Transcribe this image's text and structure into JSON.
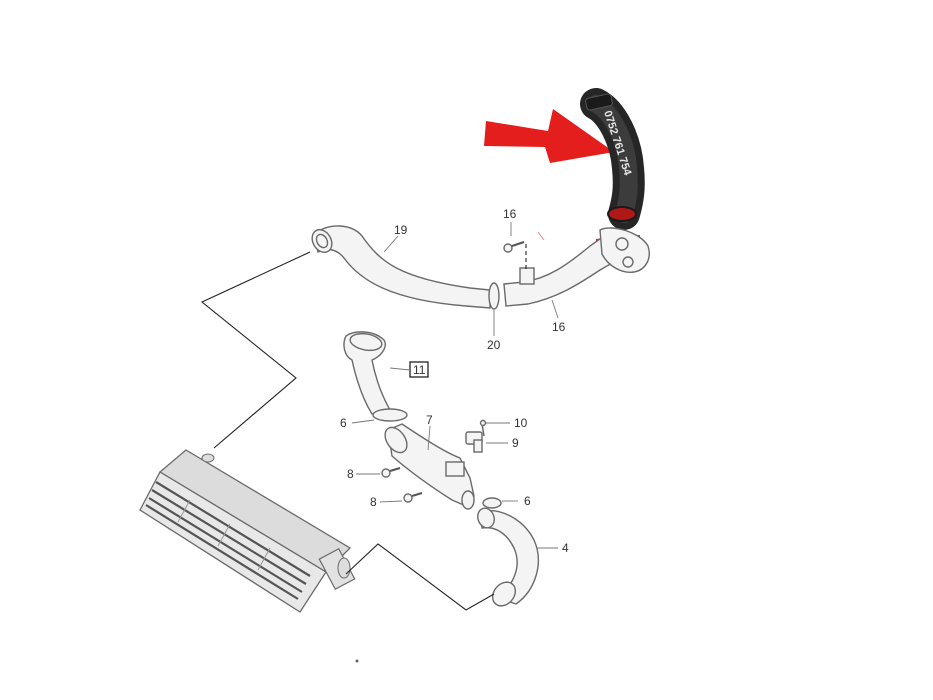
{
  "diagram": {
    "part_number_print": "0752 761 754",
    "highlight_color": "#e41d1d",
    "callouts": {
      "c19": "19",
      "c16_top": "16",
      "c16_bottom": "16",
      "c20": "20",
      "c11": "11",
      "c6_left": "6",
      "c7": "7",
      "c10": "10",
      "c9": "9",
      "c8_top": "8",
      "c8_bottom": "8",
      "c6_right": "6",
      "c4": "4"
    }
  }
}
